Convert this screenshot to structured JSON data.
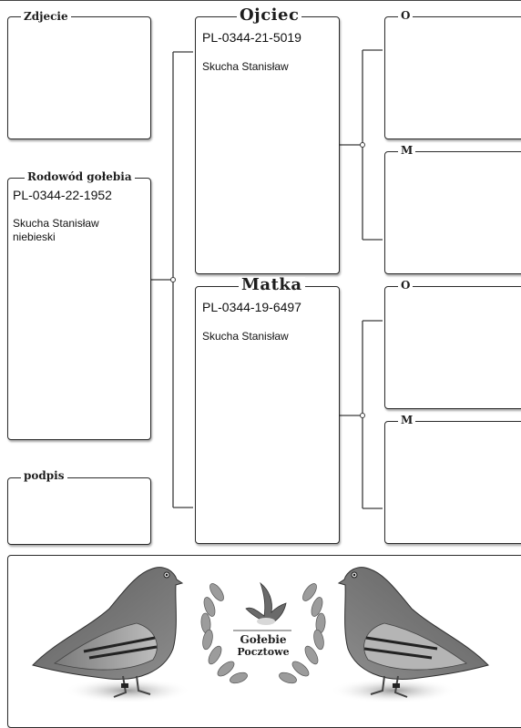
{
  "photo_section": {
    "label": "Zdjecie"
  },
  "pigeon": {
    "label": "Rodowód gołebia",
    "ring": "PL-0344-22-1952",
    "owner": "Skucha Stanisław",
    "color": "niebieski"
  },
  "signature": {
    "label": "podpis"
  },
  "father": {
    "label": "Ojciec",
    "ring": "PL-0344-21-5019",
    "owner": "Skucha Stanisław"
  },
  "mother": {
    "label": "Matka",
    "ring": "PL-0344-19-6497",
    "owner": "Skucha Stanisław"
  },
  "father_father": {
    "label": "O"
  },
  "father_mother": {
    "label": "M"
  },
  "mother_father": {
    "label": "O"
  },
  "mother_mother": {
    "label": "M"
  },
  "footer": {
    "logo_line1": "Gołebie",
    "logo_line2": "Pocztowe"
  }
}
